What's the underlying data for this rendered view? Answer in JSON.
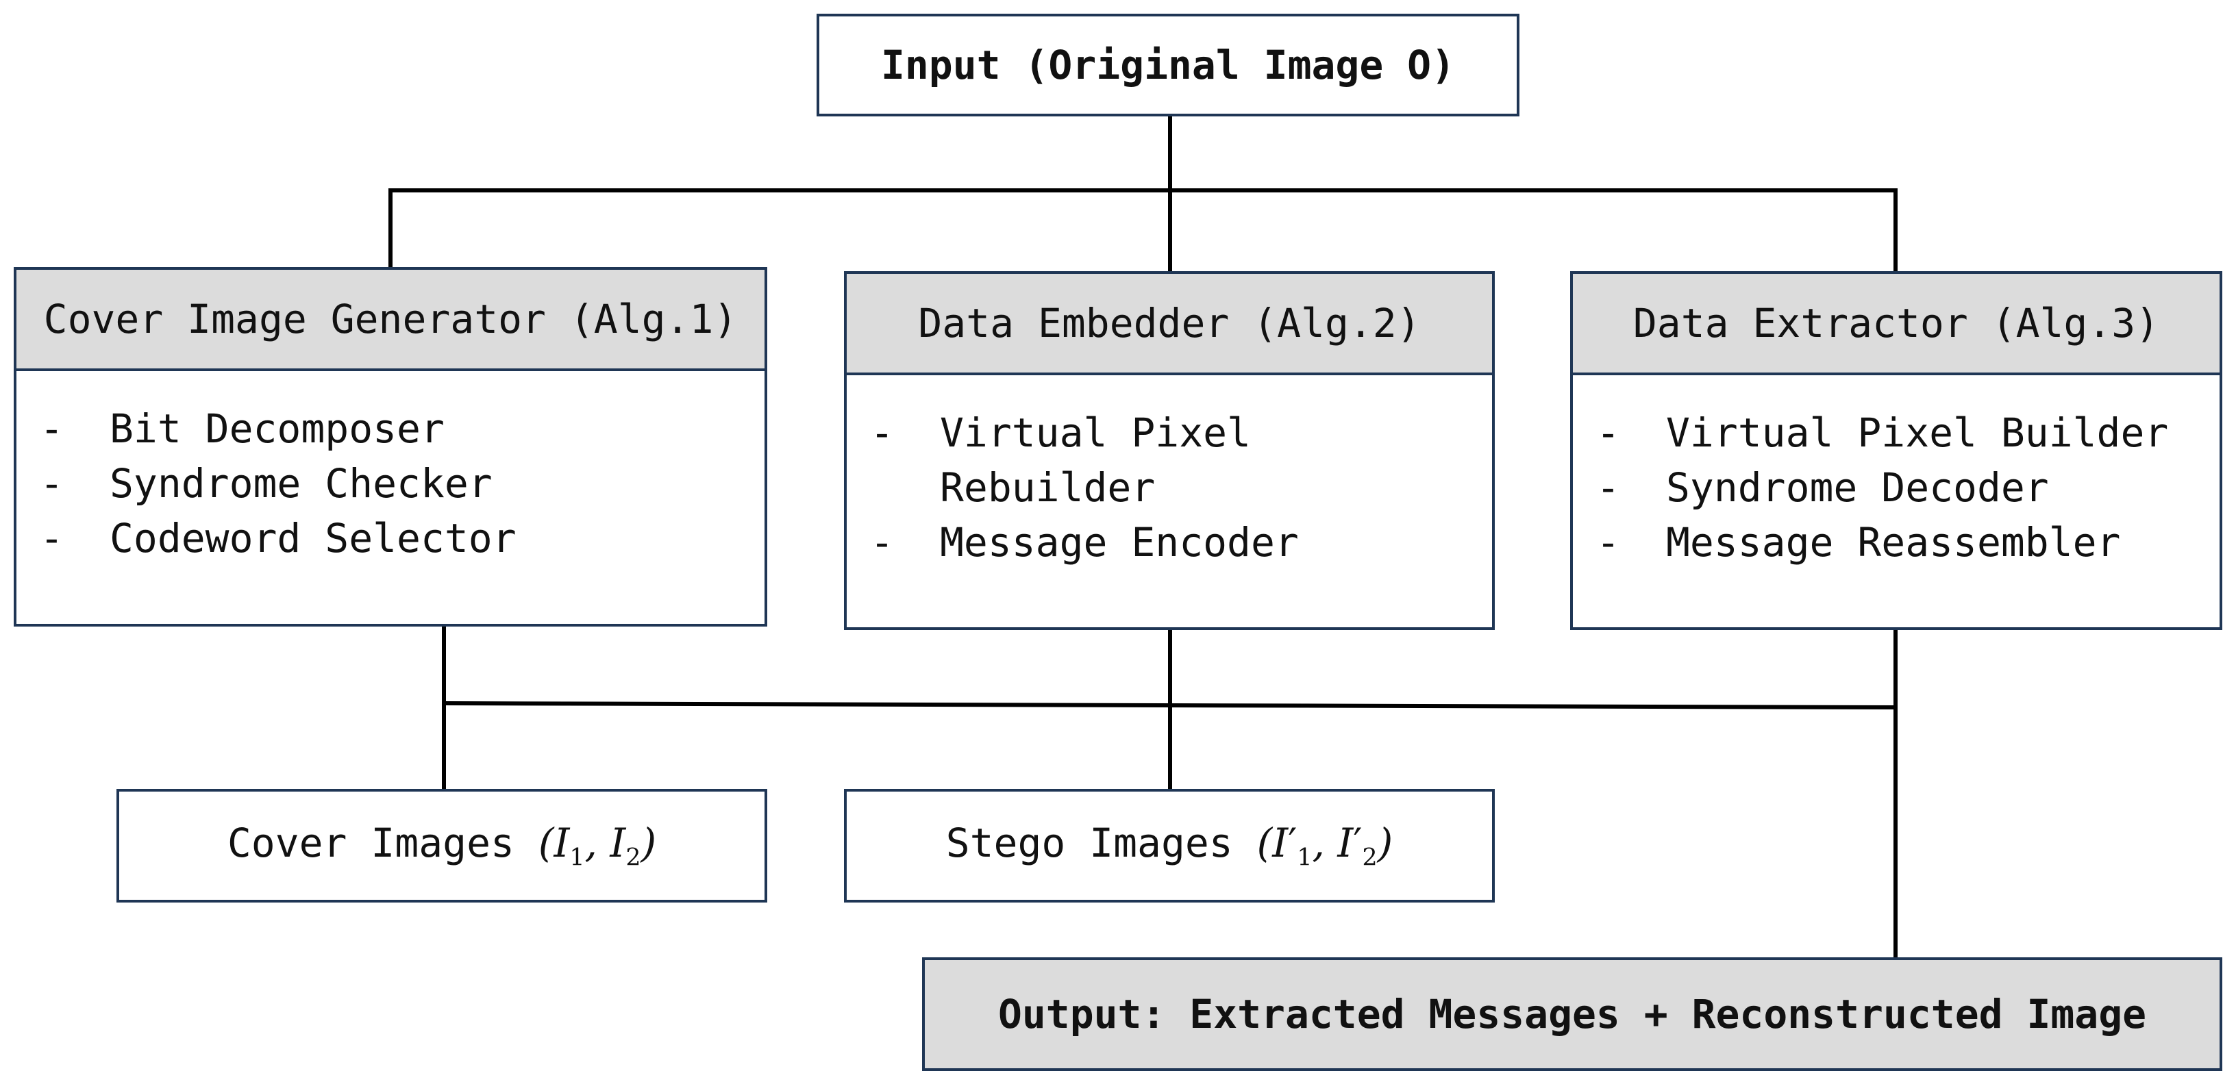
{
  "input": {
    "label": "Input (Original Image O)"
  },
  "modules": [
    {
      "title": "Cover Image Generator (Alg.1)",
      "items": [
        "Bit Decomposer",
        "Syndrome Checker",
        "Codeword Selector"
      ]
    },
    {
      "title": "Data Embedder (Alg.2)",
      "items": [
        "Virtual Pixel Rebuilder",
        "Message Encoder"
      ]
    },
    {
      "title": "Data Extractor (Alg.3)",
      "items": [
        "Virtual Pixel Builder",
        "Syndrome Decoder",
        "Message Reassembler"
      ]
    }
  ],
  "cover_images": {
    "label": "Cover Images",
    "var": "I",
    "sub1": "1",
    "sub2": "2"
  },
  "stego_images": {
    "label": "Stego Images",
    "var": "I",
    "prime": "′",
    "sub1": "1",
    "sub2": "2"
  },
  "output": {
    "label": "Output: Extracted Messages + Reconstructed Image"
  },
  "bullet": "-",
  "colors": {
    "border": "#1f3655",
    "header_fill": "#dcdcdc",
    "line": "#000000"
  }
}
